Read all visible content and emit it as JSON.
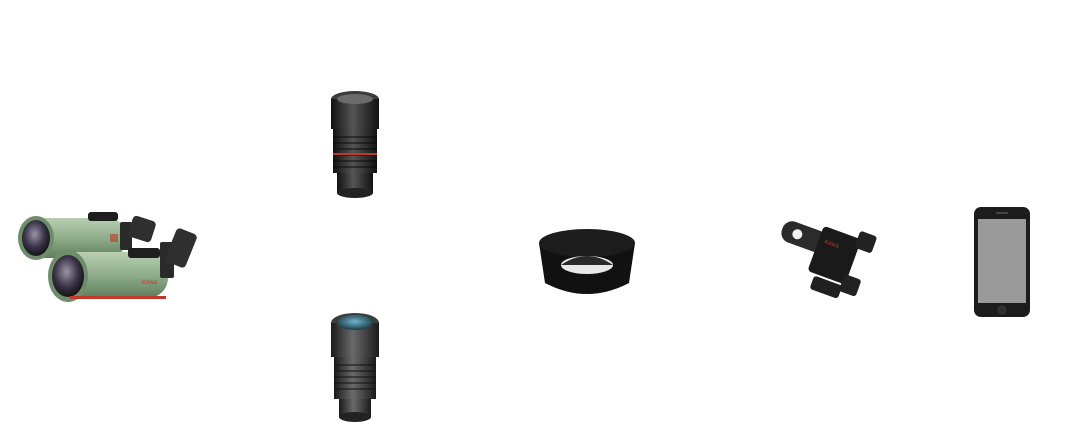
{
  "products": [
    {
      "id": "scopes",
      "name": "spotting-scopes",
      "brand_marking": "Kowa"
    },
    {
      "id": "eyepiece-top",
      "name": "zoom-eyepiece-upper"
    },
    {
      "id": "eyepiece-bot",
      "name": "zoom-eyepiece-lower"
    },
    {
      "id": "adapter-ring",
      "name": "adapter-ring"
    },
    {
      "id": "phone-clamp",
      "name": "smartphone-clamp",
      "brand_marking": "Kowa"
    },
    {
      "id": "smartphone",
      "name": "smartphone"
    }
  ],
  "colors": {
    "background": "#ffffff",
    "scope_body": "#8fae8a",
    "scope_accent": "#c0392b",
    "eyepiece": "#2b2b2b",
    "ring": "#111111",
    "phone_screen": "#9a9a9a",
    "phone_body": "#1c1c1c"
  }
}
